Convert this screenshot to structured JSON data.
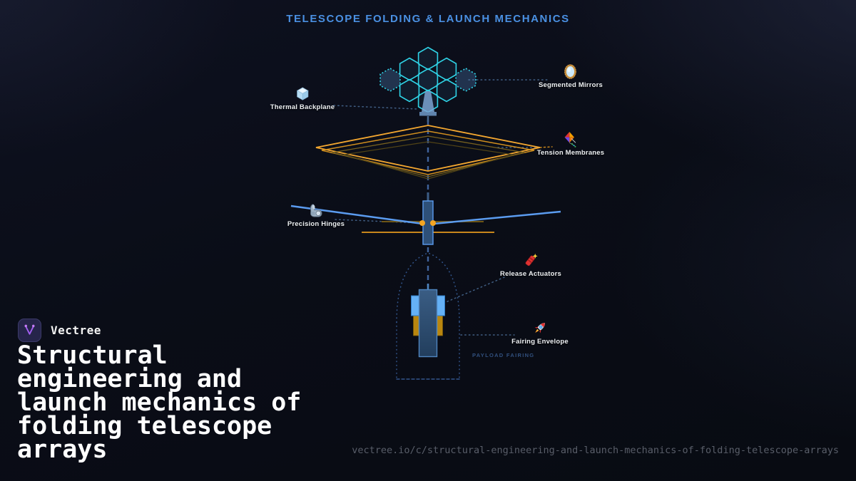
{
  "title": "TELESCOPE FOLDING & LAUNCH MECHANICS",
  "diagram": {
    "callouts": [
      {
        "id": "thermal-backplane",
        "label": "Thermal Backplane",
        "icon": "ice-cube-icon"
      },
      {
        "id": "segmented-mirrors",
        "label": "Segmented Mirrors",
        "icon": "mirror-icon"
      },
      {
        "id": "tension-membranes",
        "label": "Tension Membranes",
        "icon": "kite-icon"
      },
      {
        "id": "precision-hinges",
        "label": "Precision Hinges",
        "icon": "mechanical-arm-icon"
      },
      {
        "id": "release-actuators",
        "label": "Release Actuators",
        "icon": "firecracker-icon"
      },
      {
        "id": "fairing-envelope",
        "label": "Fairing Envelope",
        "icon": "rocket-icon"
      }
    ],
    "fairing_caption": "PAYLOAD FAIRING"
  },
  "branding": {
    "name": "Vectree",
    "logo_icon": "vectree-logo-icon"
  },
  "heading": "Structural engineering and launch mechanics of folding telescope arrays",
  "footer_url": "vectree.io/c/structural-engineering-and-launch-mechanics-of-folding-telescope-arrays",
  "colors": {
    "title_blue": "#4a90e2",
    "mirror_cyan": "#2fd3e6",
    "membrane_orange": "#f5a830",
    "hinge_dot_orange": "#f5a623",
    "arm_blue": "#5b9cf0",
    "fairing_outline_blue": "#32558c",
    "fairing_caption_blue": "#31507e",
    "background": "#0a0d17"
  }
}
